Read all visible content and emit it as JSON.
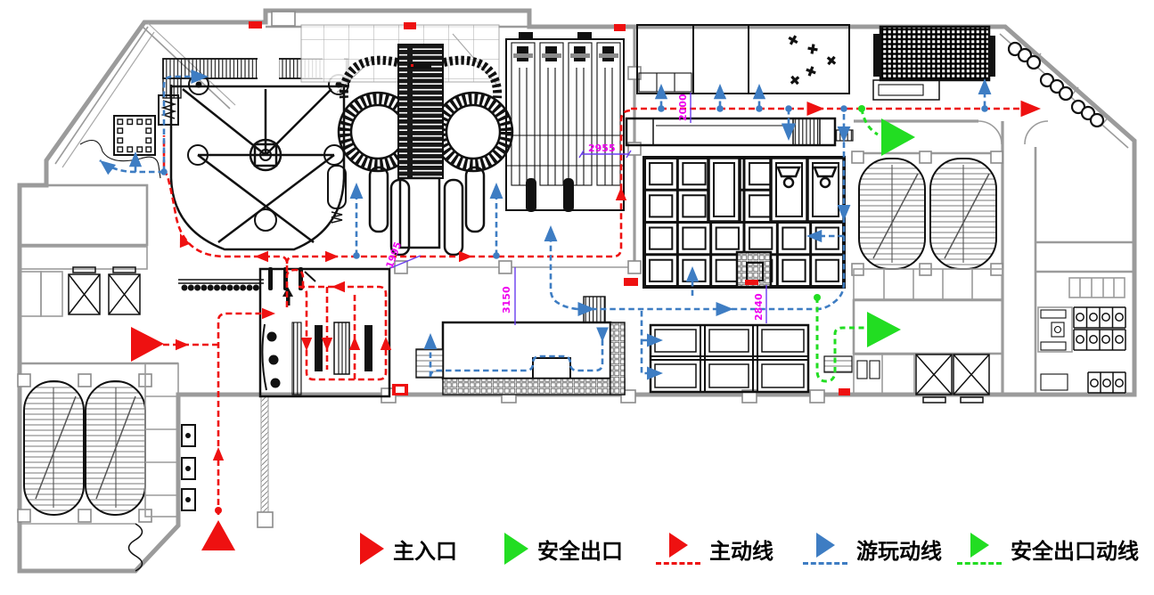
{
  "legend": {
    "items": [
      {
        "label": "主入口",
        "marker": "triangle",
        "color_key": "main_route"
      },
      {
        "label": "安全出口",
        "marker": "triangle",
        "color_key": "exit_route"
      },
      {
        "label": "主动线",
        "marker": "arrow-dash",
        "color_key": "main_route"
      },
      {
        "label": "游玩动线",
        "marker": "arrow-dash",
        "color_key": "play_route"
      },
      {
        "label": "安全出口动线",
        "marker": "arrow-dash",
        "color_key": "exit_route"
      }
    ]
  },
  "dimensions": {
    "d1995": "1995",
    "d2000": "2000",
    "d2840": "2840",
    "d2955": "2955",
    "d3150": "3150"
  },
  "colors": {
    "main_route": "#ee1111",
    "play_route": "#3e7dc3",
    "exit_route": "#22dd22",
    "dimension": "#ee00ee",
    "dimension_line": "#6a3df0",
    "wall": "#9b9b9b",
    "ink": "#111111"
  }
}
